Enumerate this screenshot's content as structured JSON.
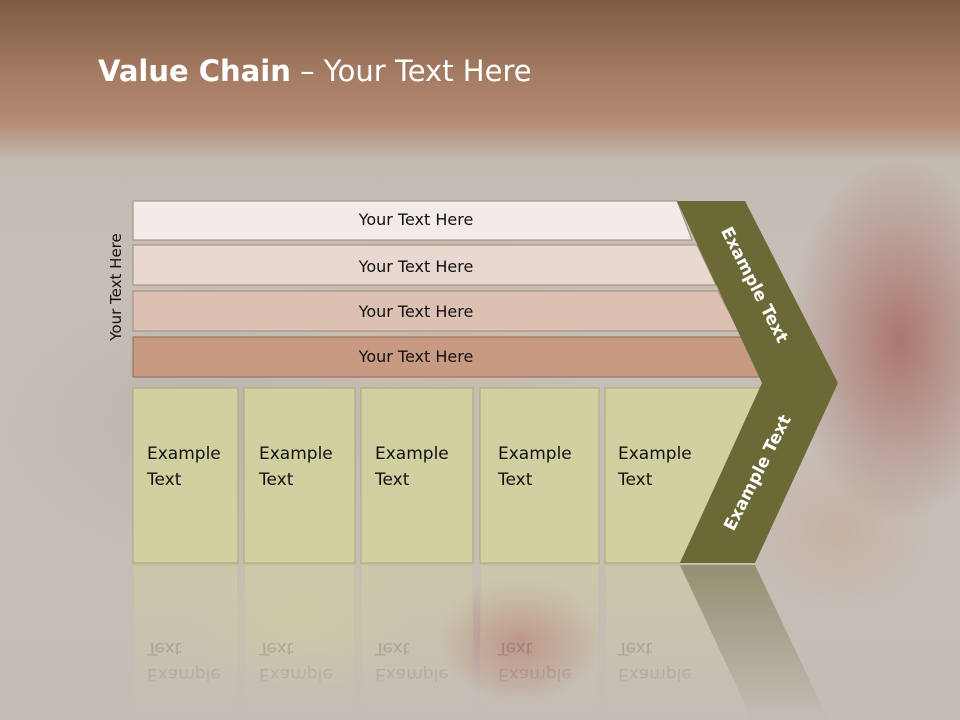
{
  "title": {
    "bold": "Value Chain",
    "rest": " – Your Text Here"
  },
  "side_label": "Your Text Here",
  "support_rows": [
    "Your Text Here",
    "Your Text Here",
    "Your Text Here",
    "Your Text Here"
  ],
  "primary_boxes": [
    {
      "line1": "Example",
      "line2": "Text"
    },
    {
      "line1": "Example",
      "line2": "Text"
    },
    {
      "line1": "Example",
      "line2": "Text"
    },
    {
      "line1": "Example",
      "line2": "Text"
    },
    {
      "line1": "Example",
      "line2": "Text"
    }
  ],
  "margin_upper": "Example Text",
  "margin_lower": "Example Text",
  "colors": {
    "title_band": "#a37a62",
    "row_1": "#f2ebe7",
    "row_2": "#e9d8cf",
    "row_3": "#dcc0b1",
    "row_4": "#c99a82",
    "primary_box": "#d0d0a0",
    "margin_arrow": "#6b6a36"
  }
}
